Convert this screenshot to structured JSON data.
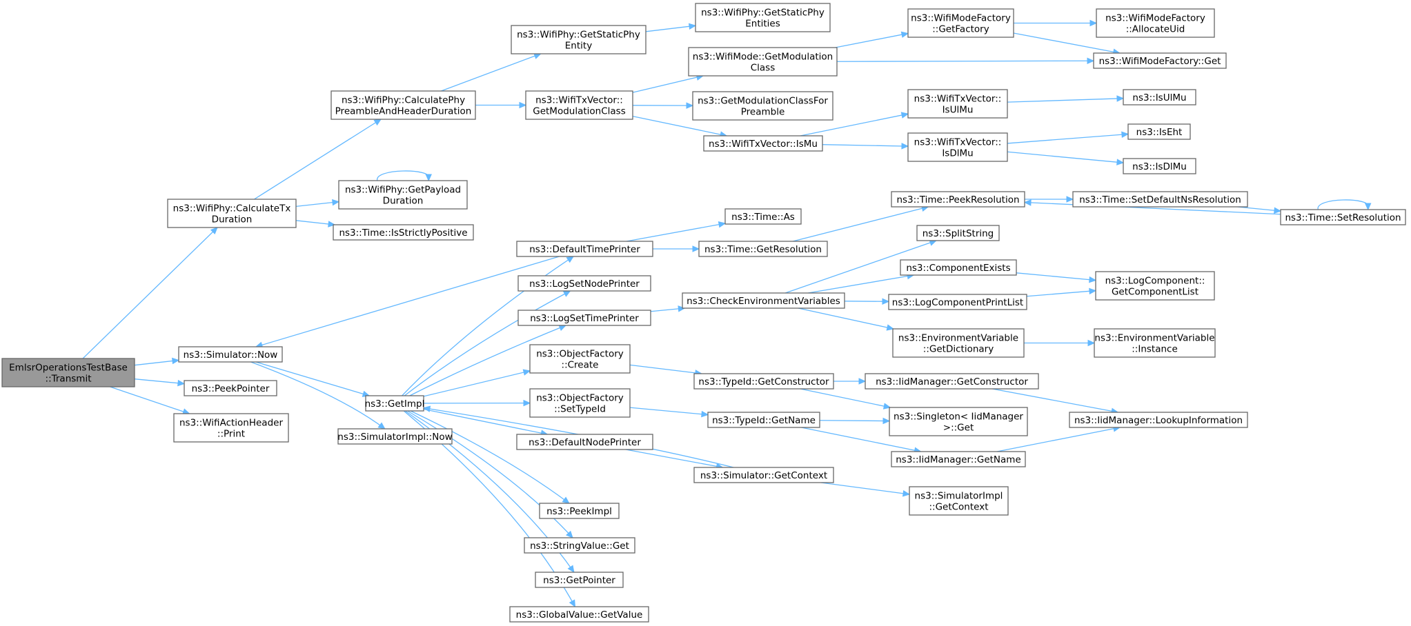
{
  "graph": {
    "nodes": [
      {
        "id": "root",
        "lines": [
          "EmlsrOperationsTestBase",
          "::Transmit"
        ],
        "root": true
      },
      {
        "id": "calcTx",
        "lines": [
          "ns3::WifiPhy::CalculateTx",
          "Duration"
        ]
      },
      {
        "id": "simNow",
        "lines": [
          "ns3::Simulator::Now"
        ]
      },
      {
        "id": "peekPointer",
        "lines": [
          "ns3::PeekPointer"
        ]
      },
      {
        "id": "actionPrint",
        "lines": [
          "ns3::WifiActionHeader",
          "::Print"
        ]
      },
      {
        "id": "calcPhy",
        "lines": [
          "ns3::WifiPhy::CalculatePhy",
          "PreambleAndHeaderDuration"
        ]
      },
      {
        "id": "payload",
        "lines": [
          "ns3::WifiPhy::GetPayload",
          "Duration"
        ]
      },
      {
        "id": "strictly",
        "lines": [
          "ns3::Time::IsStrictlyPositive"
        ]
      },
      {
        "id": "getImpl",
        "lines": [
          "ns3::GetImpl"
        ]
      },
      {
        "id": "simImplNow",
        "lines": [
          "ns3::SimulatorImpl::Now"
        ]
      },
      {
        "id": "staticEntity",
        "lines": [
          "ns3::WifiPhy::GetStaticPhy",
          "Entity"
        ]
      },
      {
        "id": "txModClass",
        "lines": [
          "ns3::WifiTxVector::",
          "GetModulationClass"
        ]
      },
      {
        "id": "defTimePrinter",
        "lines": [
          "ns3::DefaultTimePrinter"
        ]
      },
      {
        "id": "logNode",
        "lines": [
          "ns3::LogSetNodePrinter"
        ]
      },
      {
        "id": "logTime",
        "lines": [
          "ns3::LogSetTimePrinter"
        ]
      },
      {
        "id": "ofCreate",
        "lines": [
          "ns3::ObjectFactory",
          "::Create"
        ]
      },
      {
        "id": "ofSetType",
        "lines": [
          "ns3::ObjectFactory",
          "::SetTypeId"
        ]
      },
      {
        "id": "defNodePrinter",
        "lines": [
          "ns3::DefaultNodePrinter"
        ]
      },
      {
        "id": "peekImpl",
        "lines": [
          "ns3::PeekImpl"
        ]
      },
      {
        "id": "strGet",
        "lines": [
          "ns3::StringValue::Get"
        ]
      },
      {
        "id": "getPointer",
        "lines": [
          "ns3::GetPointer"
        ]
      },
      {
        "id": "gvGet",
        "lines": [
          "ns3::GlobalValue::GetValue"
        ]
      },
      {
        "id": "staticEntities",
        "lines": [
          "ns3::WifiPhy::GetStaticPhy",
          "Entities"
        ]
      },
      {
        "id": "modeModClass",
        "lines": [
          "ns3::WifiMode::GetModulation",
          "Class"
        ]
      },
      {
        "id": "modForPre",
        "lines": [
          "ns3::GetModulationClassFor",
          "Preamble"
        ]
      },
      {
        "id": "isMu",
        "lines": [
          "ns3::WifiTxVector::IsMu"
        ]
      },
      {
        "id": "timeAs",
        "lines": [
          "ns3::Time::As"
        ]
      },
      {
        "id": "getRes",
        "lines": [
          "ns3::Time::GetResolution"
        ]
      },
      {
        "id": "checkEnv",
        "lines": [
          "ns3::CheckEnvironmentVariables"
        ]
      },
      {
        "id": "tidCtor",
        "lines": [
          "ns3::TypeId::GetConstructor"
        ]
      },
      {
        "id": "tidName",
        "lines": [
          "ns3::TypeId::GetName"
        ]
      },
      {
        "id": "simCtx",
        "lines": [
          "ns3::Simulator::GetContext"
        ]
      },
      {
        "id": "factory",
        "lines": [
          "ns3::WifiModeFactory",
          "::GetFactory"
        ]
      },
      {
        "id": "isUl",
        "lines": [
          "ns3::WifiTxVector::",
          "IsUlMu"
        ]
      },
      {
        "id": "isDl",
        "lines": [
          "ns3::WifiTxVector::",
          "IsDlMu"
        ]
      },
      {
        "id": "peekRes",
        "lines": [
          "ns3::Time::PeekResolution"
        ]
      },
      {
        "id": "split",
        "lines": [
          "ns3::SplitString"
        ]
      },
      {
        "id": "compExists",
        "lines": [
          "ns3::ComponentExists"
        ]
      },
      {
        "id": "logPrintList",
        "lines": [
          "ns3::LogComponentPrintList"
        ]
      },
      {
        "id": "envDict",
        "lines": [
          "ns3::EnvironmentVariable",
          "::GetDictionary"
        ]
      },
      {
        "id": "iidCtor",
        "lines": [
          "ns3::IidManager::GetConstructor"
        ]
      },
      {
        "id": "singleton",
        "lines": [
          "ns3::Singleton< IidManager",
          ">::Get"
        ]
      },
      {
        "id": "iidName",
        "lines": [
          "ns3::IidManager::GetName"
        ]
      },
      {
        "id": "implCtx",
        "lines": [
          "ns3::SimulatorImpl",
          "::GetContext"
        ]
      },
      {
        "id": "allocUid",
        "lines": [
          "ns3::WifiModeFactory",
          "::AllocateUid"
        ]
      },
      {
        "id": "factoryGet",
        "lines": [
          "ns3::WifiModeFactory::Get"
        ]
      },
      {
        "id": "isUlMu",
        "lines": [
          "ns3::IsUlMu"
        ]
      },
      {
        "id": "isEht",
        "lines": [
          "ns3::IsEht"
        ]
      },
      {
        "id": "isDlMu",
        "lines": [
          "ns3::IsDlMu"
        ]
      },
      {
        "id": "setDefNs",
        "lines": [
          "ns3::Time::SetDefaultNsResolution"
        ]
      },
      {
        "id": "setRes",
        "lines": [
          "ns3::Time::SetResolution"
        ]
      },
      {
        "id": "compList",
        "lines": [
          "ns3::LogComponent::",
          "GetComponentList"
        ]
      },
      {
        "id": "envInst",
        "lines": [
          "ns3::EnvironmentVariable",
          "::Instance"
        ]
      },
      {
        "id": "lookup",
        "lines": [
          "ns3::IidManager::LookupInformation"
        ]
      }
    ]
  }
}
